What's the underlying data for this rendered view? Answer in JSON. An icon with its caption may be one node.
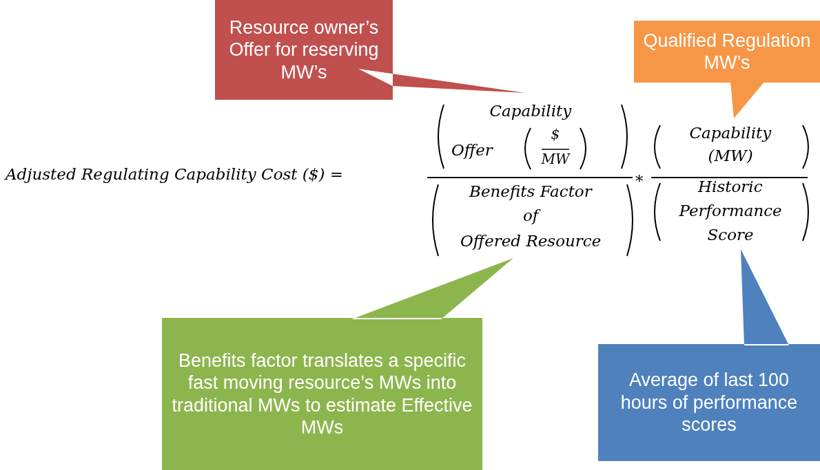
{
  "diagram": {
    "nodes": [
      {
        "text": [
          "Resource owner’s Offer for reserving MW’s"
        ]
      },
      {
        "text": [
          "Qualified Regulation MW’s"
        ]
      },
      {
        "text": [
          "Benefits factor translates a specific fast moving resource’s MWs into traditional MWs to estimate Effective MWs"
        ]
      },
      {
        "text": [
          "Average of last 100 hours of performance scores"
        ]
      }
    ],
    "labels": [
      "Adjusted Regulating Capability Cost ($) =",
      "Capability",
      "Offer",
      "$",
      "MW",
      "Benefits Factor",
      "of",
      "Offered Resource",
      "*",
      "Capability",
      "(MW)",
      "Historic",
      "Performance",
      "Score"
    ]
  }
}
